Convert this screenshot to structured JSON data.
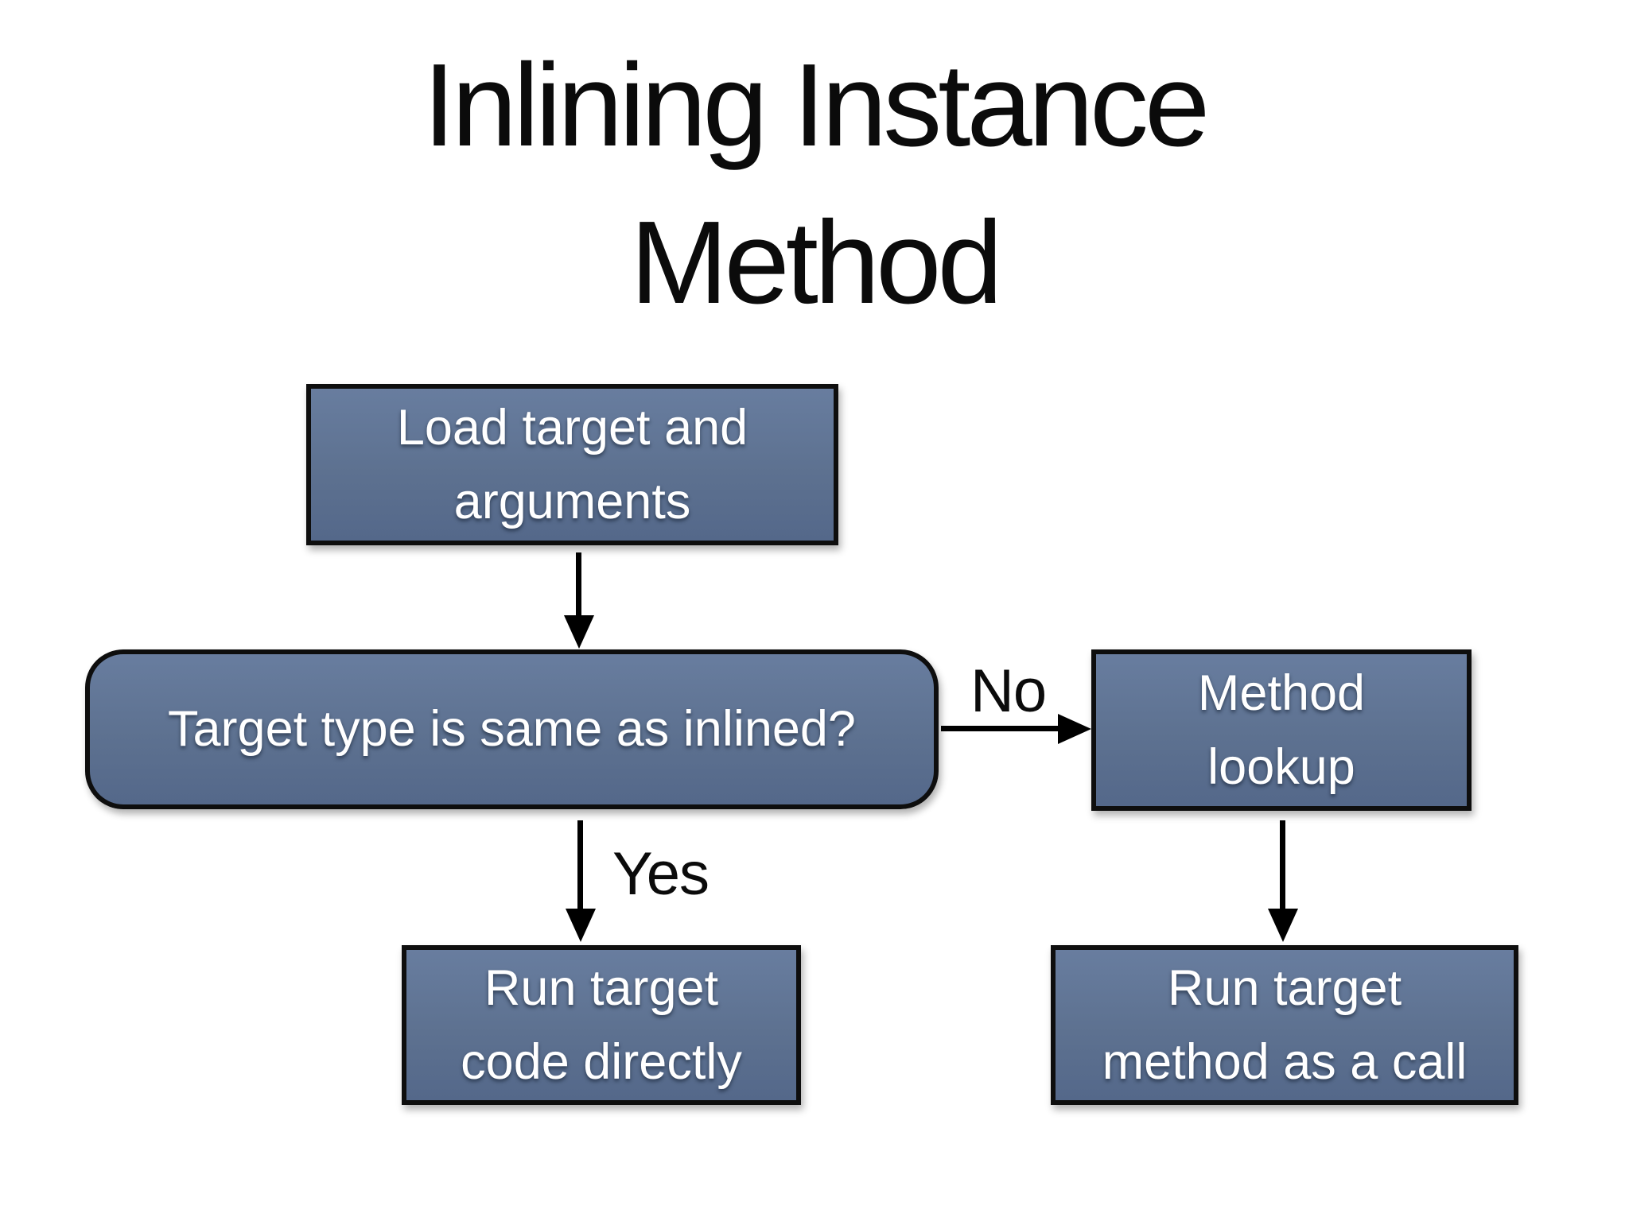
{
  "slide": {
    "title_lines": [
      "Inlining Instance",
      "Method"
    ]
  },
  "nodes": {
    "load": {
      "lines": [
        "Load target and",
        "arguments"
      ]
    },
    "decision": {
      "lines": [
        "Target type is same as inlined?"
      ]
    },
    "lookup": {
      "lines": [
        "Method",
        "lookup"
      ]
    },
    "run_direct": {
      "lines": [
        "Run target",
        "code directly"
      ]
    },
    "run_call": {
      "lines": [
        "Run target",
        "method as a call"
      ]
    }
  },
  "edges": {
    "no_label": "No",
    "yes_label": "Yes"
  },
  "colors": {
    "node_fill": "#5d7190",
    "node_fill_light": "#687d9f",
    "node_fill_dark": "#54688a",
    "node_border": "#0e0e0e",
    "node_text": "#ffffff",
    "label_text": "#0b0b0b",
    "background": "#ffffff",
    "arrow": "#000000"
  }
}
